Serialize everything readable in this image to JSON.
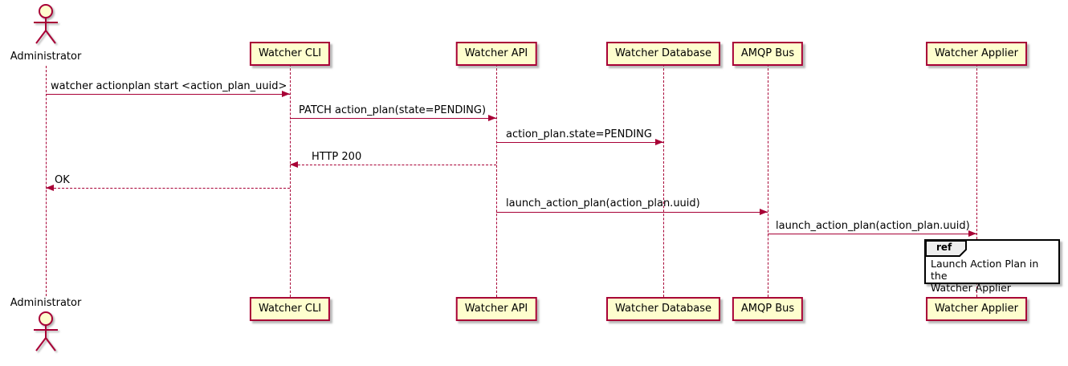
{
  "diagram": {
    "type": "uml-sequence-diagram",
    "participants": [
      {
        "name": "Administrator",
        "kind": "actor"
      },
      {
        "name": "Watcher CLI",
        "kind": "participant"
      },
      {
        "name": "Watcher API",
        "kind": "participant"
      },
      {
        "name": "Watcher Database",
        "kind": "participant"
      },
      {
        "name": "AMQP Bus",
        "kind": "participant"
      },
      {
        "name": "Watcher Applier",
        "kind": "participant"
      }
    ],
    "messages": [
      {
        "from": "Administrator",
        "to": "Watcher CLI",
        "label": "watcher actionplan start <action_plan_uuid>",
        "style": "solid"
      },
      {
        "from": "Watcher CLI",
        "to": "Watcher API",
        "label": "PATCH action_plan(state=PENDING)",
        "style": "solid"
      },
      {
        "from": "Watcher API",
        "to": "Watcher Database",
        "label": "action_plan.state=PENDING",
        "style": "solid"
      },
      {
        "from": "Watcher API",
        "to": "Watcher CLI",
        "label": "HTTP 200",
        "style": "dashed-return"
      },
      {
        "from": "Watcher CLI",
        "to": "Administrator",
        "label": "OK",
        "style": "dashed-return"
      },
      {
        "from": "Watcher API",
        "to": "AMQP Bus",
        "label": "launch_action_plan(action_plan.uuid)",
        "style": "solid"
      },
      {
        "from": "AMQP Bus",
        "to": "Watcher Applier",
        "label": "launch_action_plan(action_plan.uuid)",
        "style": "solid"
      }
    ],
    "ref": {
      "keyword": "ref",
      "over": "Watcher Applier",
      "lines": [
        "Launch Action Plan in the",
        "Watcher Applier"
      ]
    },
    "colors": {
      "participant_fill": "#FEFECE",
      "line": "#A80036",
      "text": "#000000",
      "ref_border": "#000000",
      "ref_header_fill": "#EEEEEE",
      "background": "#FFFFFF"
    }
  }
}
